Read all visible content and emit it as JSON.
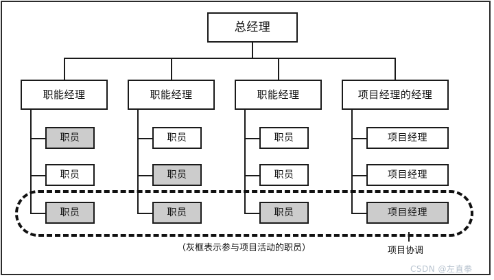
{
  "figure": {
    "type": "organization-chart",
    "title_box": {
      "label": "总经理"
    },
    "columns": [
      {
        "manager": "职能经理",
        "leaves": [
          {
            "label": "职员",
            "shaded": true
          },
          {
            "label": "职员",
            "shaded": false
          },
          {
            "label": "职员",
            "shaded": true
          }
        ]
      },
      {
        "manager": "职能经理",
        "leaves": [
          {
            "label": "职员",
            "shaded": false
          },
          {
            "label": "职员",
            "shaded": true
          },
          {
            "label": "职员",
            "shaded": true
          }
        ]
      },
      {
        "manager": "职能经理",
        "leaves": [
          {
            "label": "职员",
            "shaded": false
          },
          {
            "label": "职员",
            "shaded": false
          },
          {
            "label": "职员",
            "shaded": true
          }
        ]
      },
      {
        "manager": "项目经理的经理",
        "leaves": [
          {
            "label": "项目经理",
            "shaded": false
          },
          {
            "label": "项目经理",
            "shaded": false
          },
          {
            "label": "项目经理",
            "shaded": true
          }
        ]
      }
    ],
    "caption": "（灰框表示参与项目活动的职员）",
    "coordination_label": "项目协调",
    "watermark": "CSDN @左直拳",
    "colors": {
      "shaded_fill": "#cccccc",
      "line": "#1a1a1a",
      "background": "#ffffff",
      "watermark": "#b9c4d0"
    }
  }
}
